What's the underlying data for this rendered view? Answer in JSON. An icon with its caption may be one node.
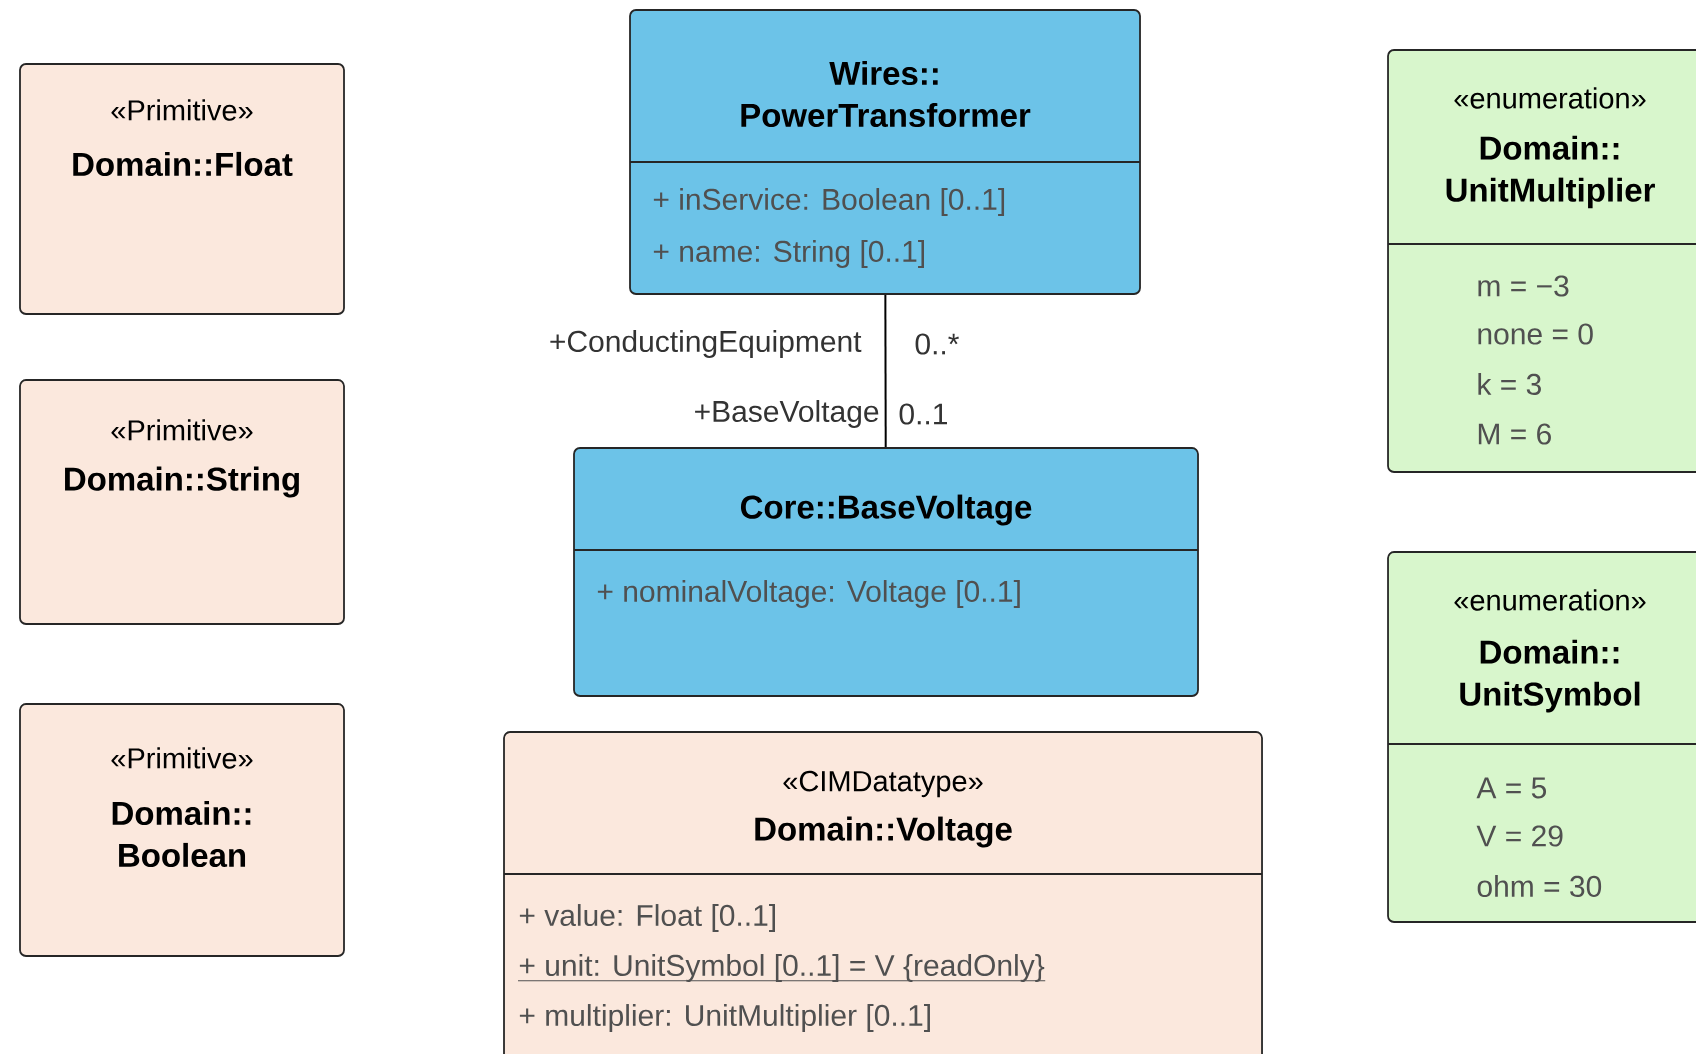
{
  "diagram": {
    "nodes": [
      {
        "text": [
          "«Primitive»",
          "Domain::Float"
        ]
      },
      {
        "text": [
          "«Primitive»",
          "Domain::String"
        ]
      },
      {
        "text": [
          "«Primitive»",
          "Domain:: Boolean"
        ]
      },
      {
        "text": [
          "Wires:: PowerTransformer",
          "+ inService: Boolean [0..1]",
          "+ name: String [0..1]"
        ]
      },
      {
        "text": [
          "Core::BaseVoltage",
          "+ nominalVoltage: Voltage [0..1]"
        ]
      },
      {
        "text": [
          "«CIMDatatype»",
          "Domain::Voltage",
          "+ value: Float [0..1]",
          "+ unit: UnitSymbol [0..1] = V {readOnly}",
          "+ multiplier: UnitMultiplier [0..1]"
        ]
      },
      {
        "text": [
          "«enumeration»",
          "Domain:: UnitMultiplier",
          "m = −3",
          "none = 0",
          "k = 3",
          "M = 6"
        ]
      },
      {
        "text": [
          "«enumeration»",
          "Domain:: UnitSymbol",
          "A = 5",
          "V = 29",
          "ohm = 30"
        ]
      }
    ],
    "edges": [
      {
        "from": 3,
        "to": 4,
        "arrow": "none"
      }
    ],
    "labels": [
      "+ConductingEquipment",
      "0..*",
      "+BaseVoltage",
      "0..1"
    ]
  }
}
